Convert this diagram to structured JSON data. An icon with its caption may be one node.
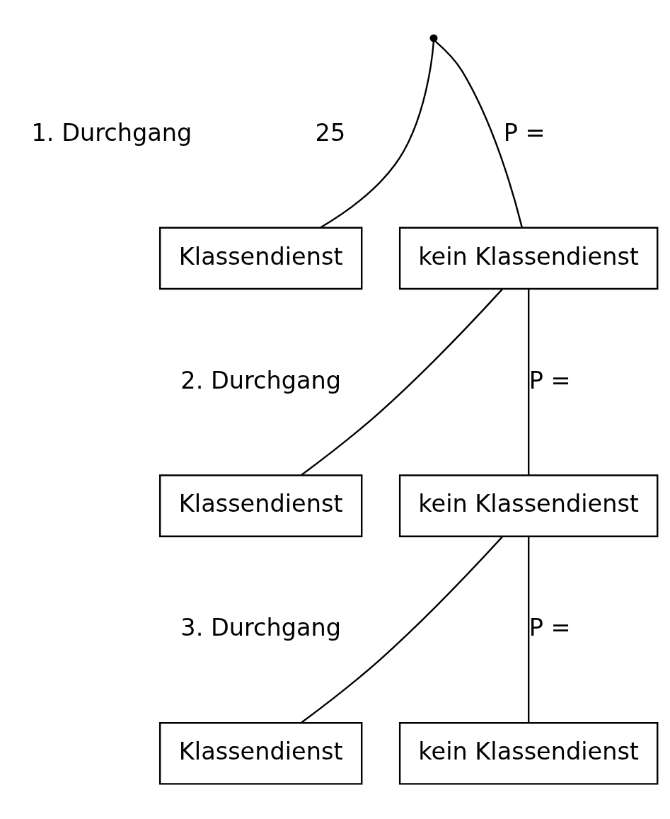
{
  "diagram": {
    "nodes": [
      {
        "text": [],
        "shape": "point"
      },
      {
        "text": [
          "Klassendienst"
        ]
      },
      {
        "text": [
          "kein Klassendienst"
        ]
      },
      {
        "text": [
          "Klassendienst"
        ]
      },
      {
        "text": [
          "kein Klassendienst"
        ]
      },
      {
        "text": [
          "Klassendienst"
        ]
      },
      {
        "text": [
          "kein Klassendienst"
        ]
      }
    ],
    "edges": [
      {
        "from": 0,
        "to": 1,
        "arrow": "none"
      },
      {
        "from": 0,
        "to": 2,
        "arrow": "none",
        "label": "P ="
      },
      {
        "from": 2,
        "to": 3,
        "arrow": "none"
      },
      {
        "from": 2,
        "to": 4,
        "arrow": "none",
        "label": "P ="
      },
      {
        "from": 4,
        "to": 5,
        "arrow": "none"
      },
      {
        "from": 4,
        "to": 6,
        "arrow": "none",
        "label": "P ="
      }
    ],
    "labels": [
      "1. Durchgang",
      "25",
      "2. Durchgang",
      "3. Durchgang"
    ]
  }
}
